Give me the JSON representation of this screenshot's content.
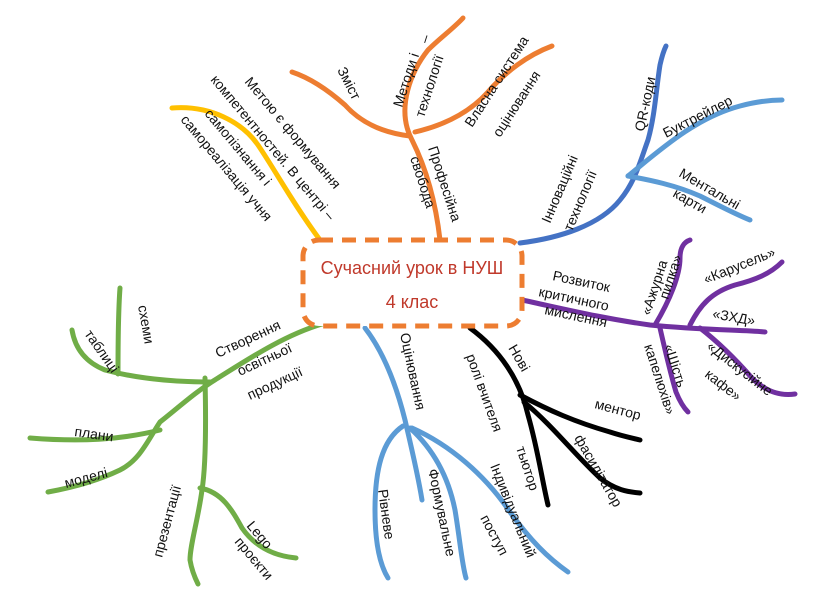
{
  "colors": {
    "orange": "#ed7d31",
    "yellow": "#ffc000",
    "blue": "#5b9bd5",
    "dark_blue": "#4472c4",
    "purple": "#7030a0",
    "black": "#000000",
    "green": "#70ad47",
    "center_border": "#ed7d31",
    "center_text": "#c0392b"
  },
  "center": {
    "title": "Сучасний урок в НУШ",
    "subtitle": "4 клас"
  },
  "branches": {
    "professional_freedom": {
      "label_line1": "Професійна",
      "label_line2": "свобода",
      "children": {
        "content": "Зміст",
        "methods_line1": "Методи і",
        "methods_line2": "технології",
        "methods_dash": "–",
        "assessment_line1": "Власна система",
        "assessment_line2": "оцінювання"
      }
    },
    "goal": {
      "line1": "Метою є формування",
      "line2": "компетентностей. В центрі –",
      "line3": "самопізнання і",
      "line4": "самореалізація учня"
    },
    "innovative": {
      "label_line1": "Інноваційні",
      "label_line2": "технології",
      "children": {
        "qr": "QR-коди",
        "booktrailer": "Буктрейлер",
        "mental_line1": "Ментальні",
        "mental_line2": "карти"
      }
    },
    "critical": {
      "label_line1": "Розвиток",
      "label_line2": "критичного",
      "label_line3": "мислення",
      "children": {
        "ajurna_line1": "«Ажурна",
        "ajurna_line2": "пилка»",
        "carousel": "«Карусель»",
        "zhd": "«ЗХД»",
        "cafe_line1": "«Дискусійне",
        "cafe_line2": "кафе»",
        "hats_line1": "«Шість",
        "hats_line2": "капелюхів»"
      }
    },
    "new_roles": {
      "label_line1": "Нові",
      "label_line2": "ролі вчителя",
      "children": {
        "mentor": "ментор",
        "facilitator": "фасилітатор",
        "tutor": "тьютор"
      }
    },
    "assessment": {
      "label": "Оцінювання",
      "children": {
        "level": "Рівневе",
        "formative": "Формувальне",
        "individual_line1": "Індивідуальний",
        "individual_line2": "поступ"
      }
    },
    "products": {
      "label_line1": "Створення",
      "label_line2": "освітньої",
      "label_line3": "продукції",
      "children": {
        "schemes": "схеми",
        "tables": "таблиці",
        "plans": "плани",
        "models": "моделі",
        "presentations": "презентації",
        "lego_line1": "Lego",
        "lego_line2": "проєкти"
      }
    }
  }
}
